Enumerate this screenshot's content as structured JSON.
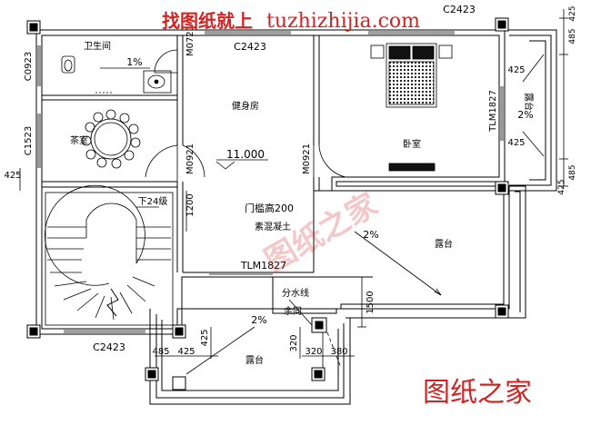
{
  "watermark": {
    "top_cn": "找图纸就上",
    "top_url": "tuzhizhijia.com",
    "bottom": "图纸之家",
    "center": "图纸之家",
    "color": "#d22323"
  },
  "rooms": {
    "bathroom": "卫生间",
    "tea_room": "茶室",
    "gym": "健身房",
    "bedroom": "卧室",
    "terrace_right": "露台",
    "terrace_side": "露台",
    "terrace_bottom": "露台",
    "stairs": "下24级"
  },
  "slopes": {
    "bath": "1%",
    "side_terrace": "2%",
    "right_terrace": "2%",
    "bottom_terrace": "2%"
  },
  "labels": {
    "elevation": "11.000",
    "door_sill": "门槛高200",
    "concrete": "素混凝土",
    "divide_line": "分水线",
    "yu_tong": "余同"
  },
  "codes": {
    "c2423_top_left": "C2423",
    "c2423_top_right": "C2423",
    "c2423_bottom": "C2423",
    "c0923": "C0923",
    "c1523": "C1523",
    "m0721": "M0721",
    "m0921_left": "M0921",
    "m0921_right": "M0921",
    "tlm1827_right": "TLM1827",
    "tlm1827_bottom": "TLM1827"
  },
  "dims": {
    "d485_top": "485",
    "d425_top": "425",
    "d425_r1": "425",
    "d425_r2": "425",
    "d485_r": "485",
    "d425_r3": "425",
    "d425_left": "425",
    "d1200": "1200",
    "d1500": "1500",
    "d485_bot": "485",
    "d425_bot": "425",
    "d425_bot2": "425",
    "d320_a": "320",
    "d320_b": "320",
    "d380": "380"
  }
}
